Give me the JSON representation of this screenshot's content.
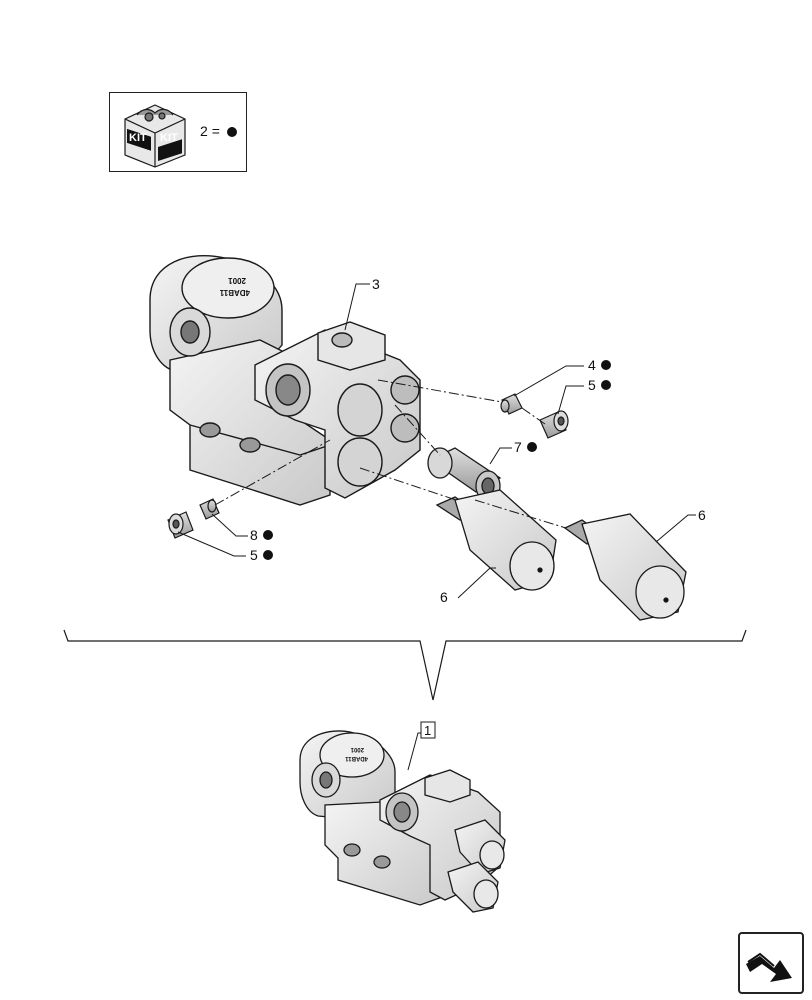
{
  "legend": {
    "kit_label_left": "KIT",
    "kit_label_right": "KIT",
    "entry_number": "2",
    "entry_operator": "=",
    "icon": "kit-box-icon"
  },
  "callouts": {
    "c3": "3",
    "c4": "4",
    "c5a": "5",
    "c5b": "5",
    "c6a": "6",
    "c6b": "6",
    "c7": "7",
    "c8": "8",
    "c1": "1"
  },
  "body_marking": [
    "4DAB11",
    "2001"
  ],
  "navigation": {
    "icon": "next-page-arrow-icon"
  },
  "colors": {
    "line": "#1a1a1a",
    "bullet": "#111111"
  }
}
